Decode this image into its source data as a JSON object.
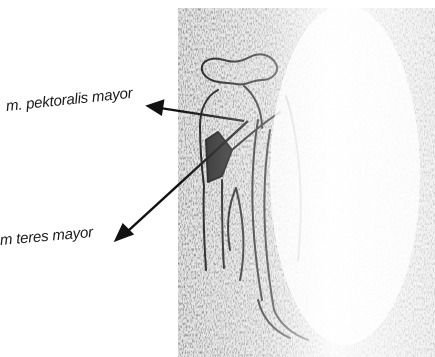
{
  "labels": {
    "pectoralis": "m. pektoralis mayor",
    "teres": "m teres mayor"
  },
  "colors": {
    "ink": "#1a1a1a",
    "paper": "#ffffff",
    "noise": "#3a3a3a"
  },
  "icons": {
    "figure": "shoulder-anatomy-illustration"
  }
}
